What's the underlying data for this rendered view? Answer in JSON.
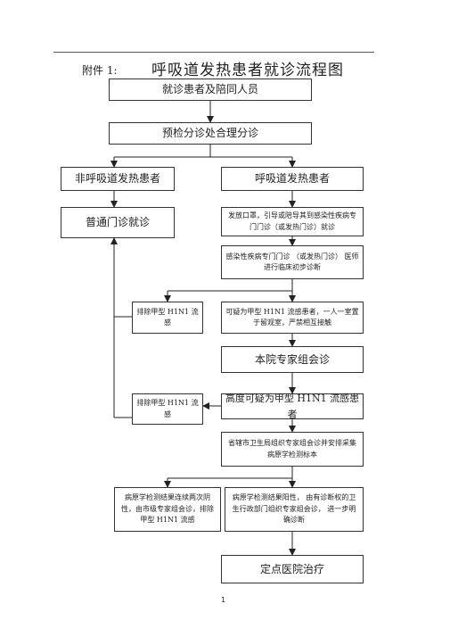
{
  "header": {
    "annex_label": "附件 1:",
    "title": "呼吸道发热患者就诊流程图"
  },
  "boxes": {
    "b1": "就诊患者及陪同人员",
    "b2": "预检分诊处合理分诊",
    "b3": "非呼吸道发热患者",
    "b4": "呼吸道发热患者",
    "b5": "普通门诊就诊",
    "b6": "发放口罩，引导或陪导其到感染性疾病专门门诊（或发热门诊）就诊",
    "b7": "感染性疾病专门门诊 （或发热门诊） 医师进行临床初步诊断",
    "b8": "排除甲型 H1N1 流感",
    "b9": "可疑为甲型 H1N1 流感患者，一人一室置于留观室，严禁相互接触",
    "b10": "本院专家组会诊",
    "b11": "排除甲型 H1N1 流感",
    "b12": "高度可疑为甲型 H1N1 流感患者",
    "b13": "省辖市卫生局组织专家组会诊并安排采集病原学检测标本",
    "b14": "病原学检测结果连续两次阴性，由市级专家组会诊，排除甲型 H1N1 流感",
    "b15": "病原学检测结果阳性， 由有诊断权的卫生行政部门组织专家组会诊， 进一步明确诊断",
    "b16": "定点医院治疗"
  },
  "page_number": "1"
}
